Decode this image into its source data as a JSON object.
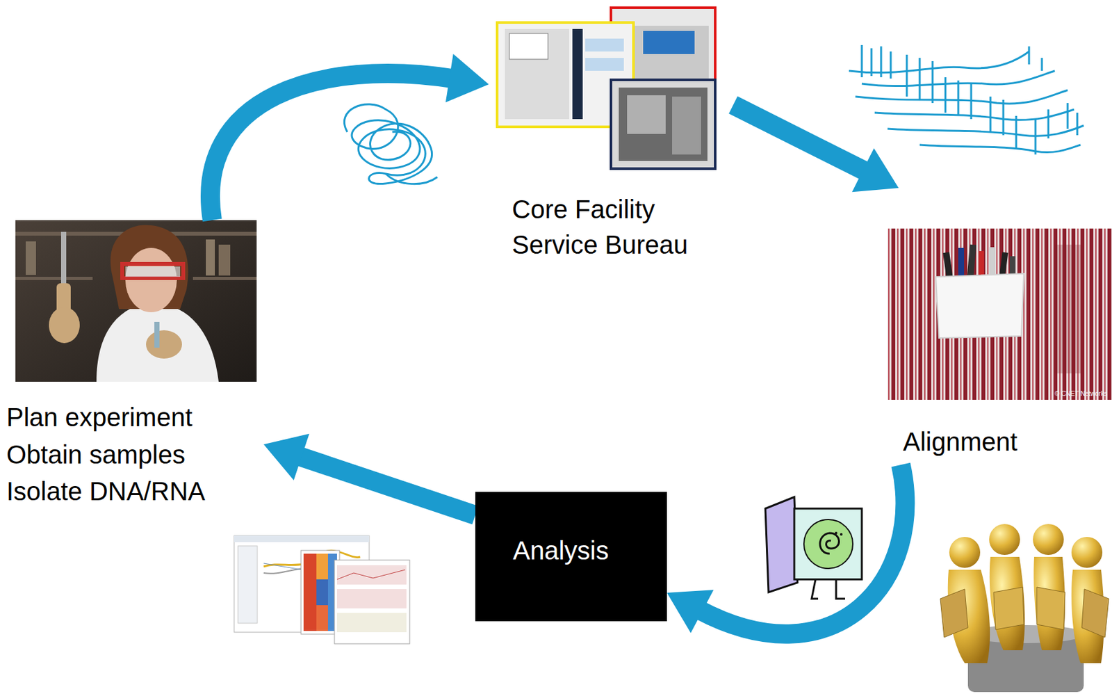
{
  "diagram": {
    "nodes": [
      {
        "text": [
          "Plan experiment",
          "Obtain samples",
          "Isolate DNA/RNA"
        ]
      },
      {
        "text": [
          "Core Facility",
          "Service Bureau"
        ]
      },
      {
        "text": [
          "Alignment"
        ]
      },
      {
        "text": [
          "Analysis"
        ]
      }
    ],
    "edges": [
      {
        "from": 0,
        "to": 1,
        "arrow": "to"
      },
      {
        "from": 1,
        "to": 2,
        "arrow": "to"
      },
      {
        "from": 2,
        "to": 3,
        "arrow": "to"
      },
      {
        "from": 3,
        "to": 0,
        "arrow": "to"
      }
    ],
    "labels": [
      "© CNET Networks"
    ]
  }
}
